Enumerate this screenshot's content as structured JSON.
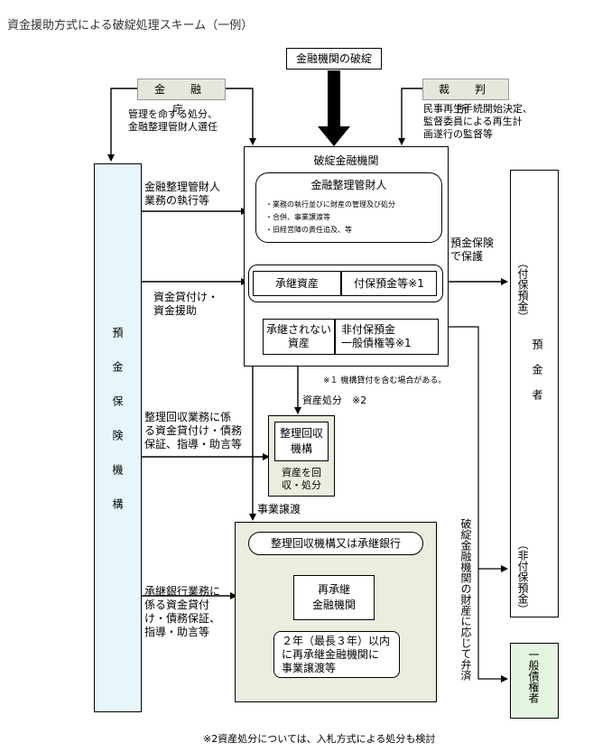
{
  "title": "資金援助方式による破綻処理スキーム（一例）",
  "nodes": {
    "failure": "金融機関の破綻",
    "fsa": "金　融　庁",
    "court": "裁　判　所",
    "dic": "預金保険機構",
    "failed_institution": "破綻金融機関",
    "administrator": "金融整理管財人",
    "succeeding_assets": "承継資産",
    "insured_deposits": "付保預金等※1",
    "non_succeeding_assets": "承継されない資産",
    "non_insured_deposits": "非付保預金\n一般債権等※1",
    "rcc": "整理回収\n機構",
    "rcc_role": "資産を回\n収・処分",
    "bridge_bank": "整理回収機構又は承継銀行",
    "re_succeeding": "再承継\n金融機関",
    "transfer_note": "２年（最長３年）以内\nに再承継金融機関に\n事業譲渡等",
    "depositors": "預金者",
    "insured_section": "（付保預金）",
    "noninsured_section": "（非付保預金）",
    "creditors": "一般債権者"
  },
  "labels": {
    "fsa_action": "管理を命ずる処分、\n金融整理管財人選任",
    "court_action": "民事再生手続開始決定、\n監督委員による再生計\n画遂行の監督等",
    "admin_duties": "金融整理管財人\n業務の執行等",
    "admin_items": [
      "・業務の執行並びに財産の管理及び処分",
      "・合併、事業譲渡等",
      "・旧経営陣の責任追及、等"
    ],
    "loan_aid": "資金貸付け・\n資金援助",
    "deposit_protection": "預金保険\nで保護",
    "note1": "※１ 機構貸付を含む場合がある。",
    "asset_disposal": "資産処分　※2",
    "rcc_support": "整理回収業務に係\nる資金貸付け・債務\n保証、指導・助言等",
    "business_transfer": "事業譲渡",
    "bridge_support": "承継銀行業務に\n係る資金貸付\nけ・債務保証、\n指導・助言等",
    "repayment": "破綻金融機関の財産に応じて弁済",
    "footnote": "※2資産処分については、入札方式による処分も検討"
  },
  "colors": {
    "dic_fill": "#e6f6fa",
    "panel_fill": "#ececdf",
    "label_fill": "#e6e6dc",
    "creditor_fill": "#e4f5df"
  }
}
